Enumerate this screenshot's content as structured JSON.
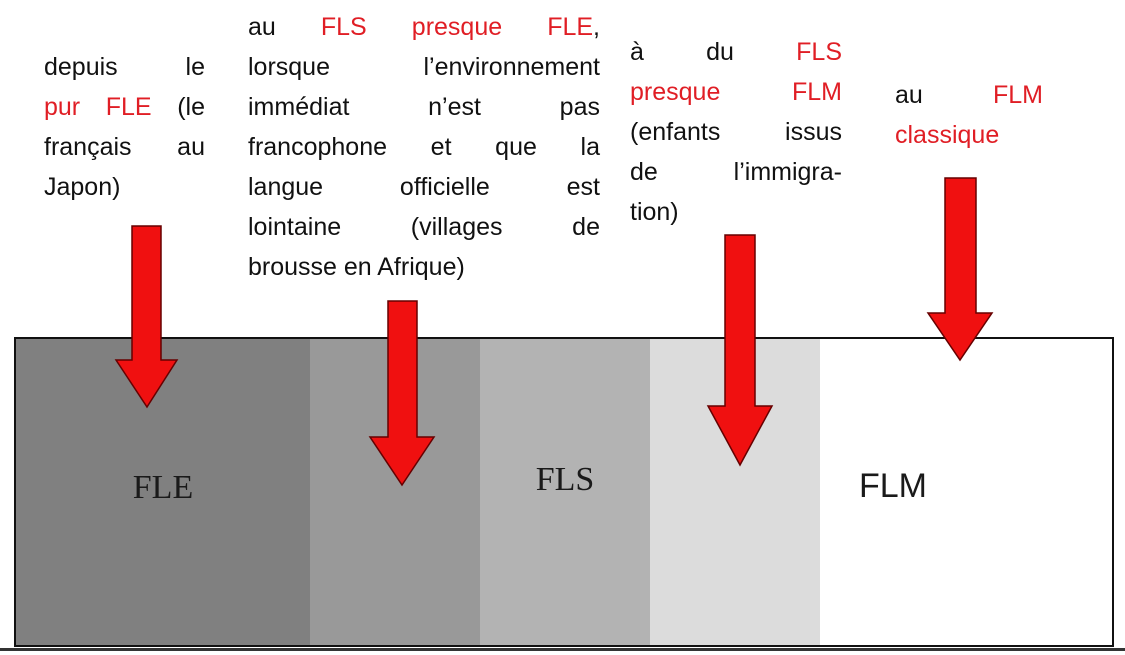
{
  "text_blocks": [
    {
      "lines": [
        [
          {
            "text": "depuis le",
            "red": false
          }
        ],
        [
          {
            "text": "pur FLE",
            "red": true
          },
          {
            "text": " (le",
            "red": false
          }
        ],
        [
          {
            "text": "français au",
            "red": false
          }
        ],
        [
          {
            "text": "Japon)",
            "red": false
          }
        ]
      ]
    },
    {
      "lines": [
        [
          {
            "text": "au ",
            "red": false
          },
          {
            "text": "FLS presque FLE",
            "red": true
          },
          {
            "text": ",",
            "red": false
          }
        ],
        [
          {
            "text": "lorsque l’environnement",
            "red": false
          }
        ],
        [
          {
            "text": "immédiat n’est pas",
            "red": false
          }
        ],
        [
          {
            "text": "francophone et que la",
            "red": false
          }
        ],
        [
          {
            "text": "langue officielle est",
            "red": false
          }
        ],
        [
          {
            "text": "lointaine (villages de",
            "red": false
          }
        ],
        [
          {
            "text": "brousse en Afrique)",
            "red": false
          }
        ]
      ]
    },
    {
      "lines": [
        [
          {
            "text": "à du ",
            "red": false
          },
          {
            "text": "FLS",
            "red": true
          }
        ],
        [
          {
            "text": "presque FLM",
            "red": true
          }
        ],
        [
          {
            "text": "(enfants issus",
            "red": false
          }
        ],
        [
          {
            "text": "de l’immigra-",
            "red": false
          }
        ],
        [
          {
            "text": "tion)",
            "red": false
          }
        ]
      ]
    },
    {
      "lines": [
        [
          {
            "text": "au ",
            "red": false
          },
          {
            "text": "FLM",
            "red": true
          }
        ],
        [
          {
            "text": "classique",
            "red": true
          }
        ]
      ]
    }
  ],
  "bands": [
    {
      "label": "FLE",
      "color": "#808080"
    },
    {
      "label": "",
      "color": "#999999"
    },
    {
      "label": "FLS",
      "color": "#b3b3b3"
    },
    {
      "label": "",
      "color": "#dcdcdc"
    },
    {
      "label": "FLM",
      "color": "#ffffff"
    }
  ],
  "colors": {
    "accent_red": "#e01e25",
    "arrow_red": "#f01010"
  }
}
